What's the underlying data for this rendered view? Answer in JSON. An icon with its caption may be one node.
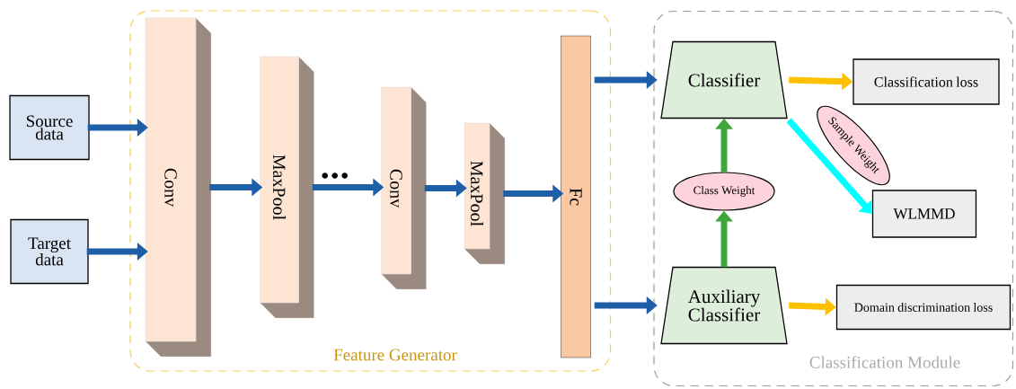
{
  "diagram": {
    "nodes": [
      {
        "text": [
          "Feature Generator"
        ]
      },
      {
        "text": [
          "Classification Module"
        ]
      },
      {
        "text": [
          "Source data"
        ]
      },
      {
        "text": [
          "Target data"
        ]
      },
      {
        "text": [
          "Conv"
        ],
        "in": 0
      },
      {
        "text": [
          "MaxPool"
        ],
        "in": 0
      },
      {
        "text": [
          "Conv"
        ],
        "in": 0
      },
      {
        "text": [
          "MaxPool"
        ],
        "in": 0
      },
      {
        "text": [
          "Fc"
        ],
        "in": 0
      },
      {
        "text": [
          "Classifier"
        ],
        "in": 1
      },
      {
        "text": [
          "Auxiliary Classifier"
        ],
        "in": 1
      },
      {
        "text": [
          "Class Weight"
        ],
        "in": 1
      },
      {
        "text": [
          "Sample Weight"
        ],
        "in": 1
      },
      {
        "text": [
          "Classification loss"
        ],
        "in": 1
      },
      {
        "text": [
          "WLMMD"
        ],
        "in": 1
      },
      {
        "text": [
          "Domain discrimination loss"
        ],
        "in": 1
      }
    ],
    "edges": [
      {
        "from": 2,
        "to": 4,
        "arrow": "to"
      },
      {
        "from": 3,
        "to": 4,
        "arrow": "to"
      },
      {
        "from": 4,
        "to": 5,
        "arrow": "to"
      },
      {
        "from": 5,
        "to": 6,
        "arrow": "to"
      },
      {
        "from": 6,
        "to": 7,
        "arrow": "to"
      },
      {
        "from": 7,
        "to": 8,
        "arrow": "to"
      },
      {
        "from": 8,
        "to": 9,
        "arrow": "to"
      },
      {
        "from": 8,
        "to": 10,
        "arrow": "to"
      },
      {
        "from": 9,
        "to": 13,
        "arrow": "to",
        "color": "#ffc000"
      },
      {
        "from": 10,
        "to": 11,
        "arrow": "to",
        "color": "#3fa63a"
      },
      {
        "from": 11,
        "to": 9,
        "arrow": "to",
        "color": "#3fa63a"
      },
      {
        "from": 9,
        "to": 14,
        "arrow": "to",
        "color": "#00ffff"
      },
      {
        "from": 10,
        "to": 15,
        "arrow": "to",
        "color": "#ffc000"
      }
    ]
  }
}
